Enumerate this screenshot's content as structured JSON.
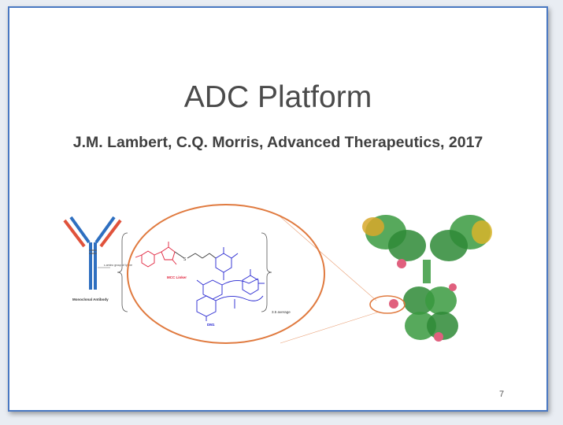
{
  "slide": {
    "title": "ADC Platform",
    "subtitle": "J.M. Lambert, C.Q. Morris, Advanced Therapeutics, 2017",
    "page_number": "7"
  },
  "figure": {
    "antibody_label": "Monoclonal Antibody",
    "linker_note": "ε-amino group of lysine",
    "linker_label": "MCC Linker",
    "drug_label": "DM1",
    "ratio_label": "3.5 average",
    "colors": {
      "heavy_chain": "#2e6fc0",
      "light_chain": "#e0523b",
      "zoom_ellipse": "#e07a3f",
      "linker": "#e0203a",
      "drug": "#2424d0",
      "protein": "#2e9a3a"
    }
  }
}
